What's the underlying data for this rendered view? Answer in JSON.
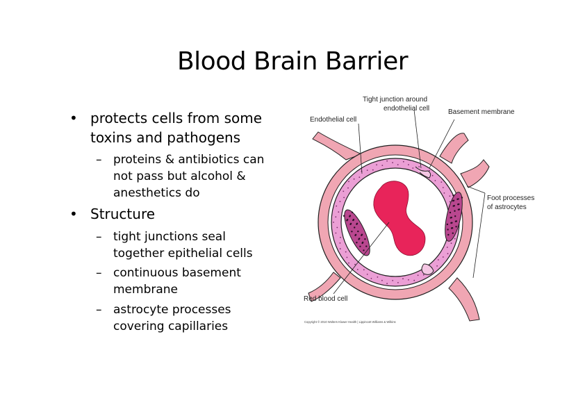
{
  "slide": {
    "title": "Blood Brain Barrier",
    "bullet_marker": "•",
    "sub_marker": "–",
    "bullets": [
      {
        "lines": [
          "protects cells from some",
          "toxins and pathogens"
        ],
        "subs": [
          {
            "lines": [
              "proteins & antibiotics can",
              "not pass but alcohol &",
              "anesthetics do"
            ]
          }
        ]
      },
      {
        "lines": [
          "Structure"
        ],
        "subs": [
          {
            "lines": [
              "tight junctions seal",
              "together epithelial cells"
            ]
          },
          {
            "lines": [
              "continuous basement",
              "membrane"
            ]
          },
          {
            "lines": [
              "astrocyte processes",
              "covering capillaries"
            ]
          }
        ]
      }
    ]
  },
  "figure": {
    "labels": {
      "tight_junction_1": "Tight junction around",
      "tight_junction_2": "endothelial cell",
      "endothelial": "Endothelial cell",
      "basement": "Basement membrane",
      "foot_1": "Foot processes",
      "foot_2": "of astrocytes",
      "rbc": "Red blood cell",
      "copyright": "Copyright © 2010 Wolters Kluwer Health | Lippincott Williams & Wilkins"
    },
    "colors": {
      "astrocyte": "#f0a6b3",
      "endothelium": "#eb9fd5",
      "rbc": "#e8245a",
      "outline": "#1f1f1f"
    }
  }
}
